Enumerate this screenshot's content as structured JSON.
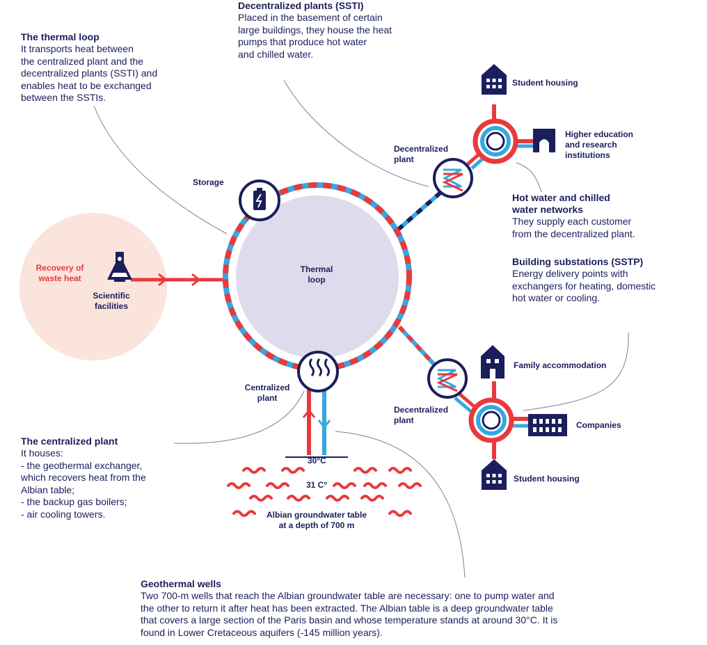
{
  "thermal_loop_callout": {
    "title": "The thermal loop",
    "body": "It transports heat between\nthe centralized plant and the\ndecentralized plants (SSTI) and\nenables heat to be exchanged\nbetween the SSTIs."
  },
  "decentralized_callout": {
    "title": "Decentralized plants (SSTI)",
    "body": "Placed in the basement of certain\nlarge buildings, they house the heat\npumps that produce hot water\nand chilled water."
  },
  "networks_callout": {
    "title": "Hot water and chilled\nwater networks",
    "body": "They supply each customer\nfrom the decentralized plant."
  },
  "substations_callout": {
    "title": "Building substations (SSTP)",
    "body": "Energy delivery points with\nexchangers for heating, domestic\nhot water or cooling."
  },
  "centralized_callout": {
    "title": "The centralized plant",
    "body": "It houses:\n- the geothermal exchanger,\nwhich recovers heat from the\nAlbian table;\n- the backup gas boilers;\n- air cooling towers."
  },
  "wells_callout": {
    "title": "Geothermal wells",
    "body": "Two 700-m wells that reach the Albian groundwater table are necessary: one to pump water and\nthe other to return it after heat has been extracted. The Albian table is a deep groundwater table\nthat covers a large section of the Paris basin and whose temperature stands at around 30°C. It is\nfound in Lower Cretaceous aquifers (-145 million years)."
  },
  "labels": {
    "storage": "Storage",
    "thermal_loop": "Thermal\nloop",
    "recovery": "Recovery of\nwaste heat",
    "scientific": "Scientific\nfacilities",
    "centralized_plant": "Centralized\nplant",
    "decentralized_plant_top": "Decentralized\nplant",
    "decentralized_plant_bottom": "Decentralized\nplant",
    "student_housing_top": "Student housing",
    "higher_education": "Higher education\nand research\ninstitutions",
    "family_accommodation": "Family accommodation",
    "companies": "Companies",
    "student_housing_bottom": "Student housing",
    "temp_30": "30°C",
    "temp_31": "31 C°",
    "albian": "Albian groundwater table\nat a depth of 700 m"
  },
  "colors": {
    "navy": "#1b1e5c",
    "red": "#e83a3d",
    "blue": "#35a8e0",
    "loop_fill": "#dedcec",
    "recovery_fill": "#fbe4dc",
    "leader": "#7a7e9e"
  },
  "icons": [
    "battery-icon",
    "heat-waves-icon",
    "flask-icon",
    "building-icon",
    "heat-exchanger-icon",
    "heat-pump-icon"
  ]
}
